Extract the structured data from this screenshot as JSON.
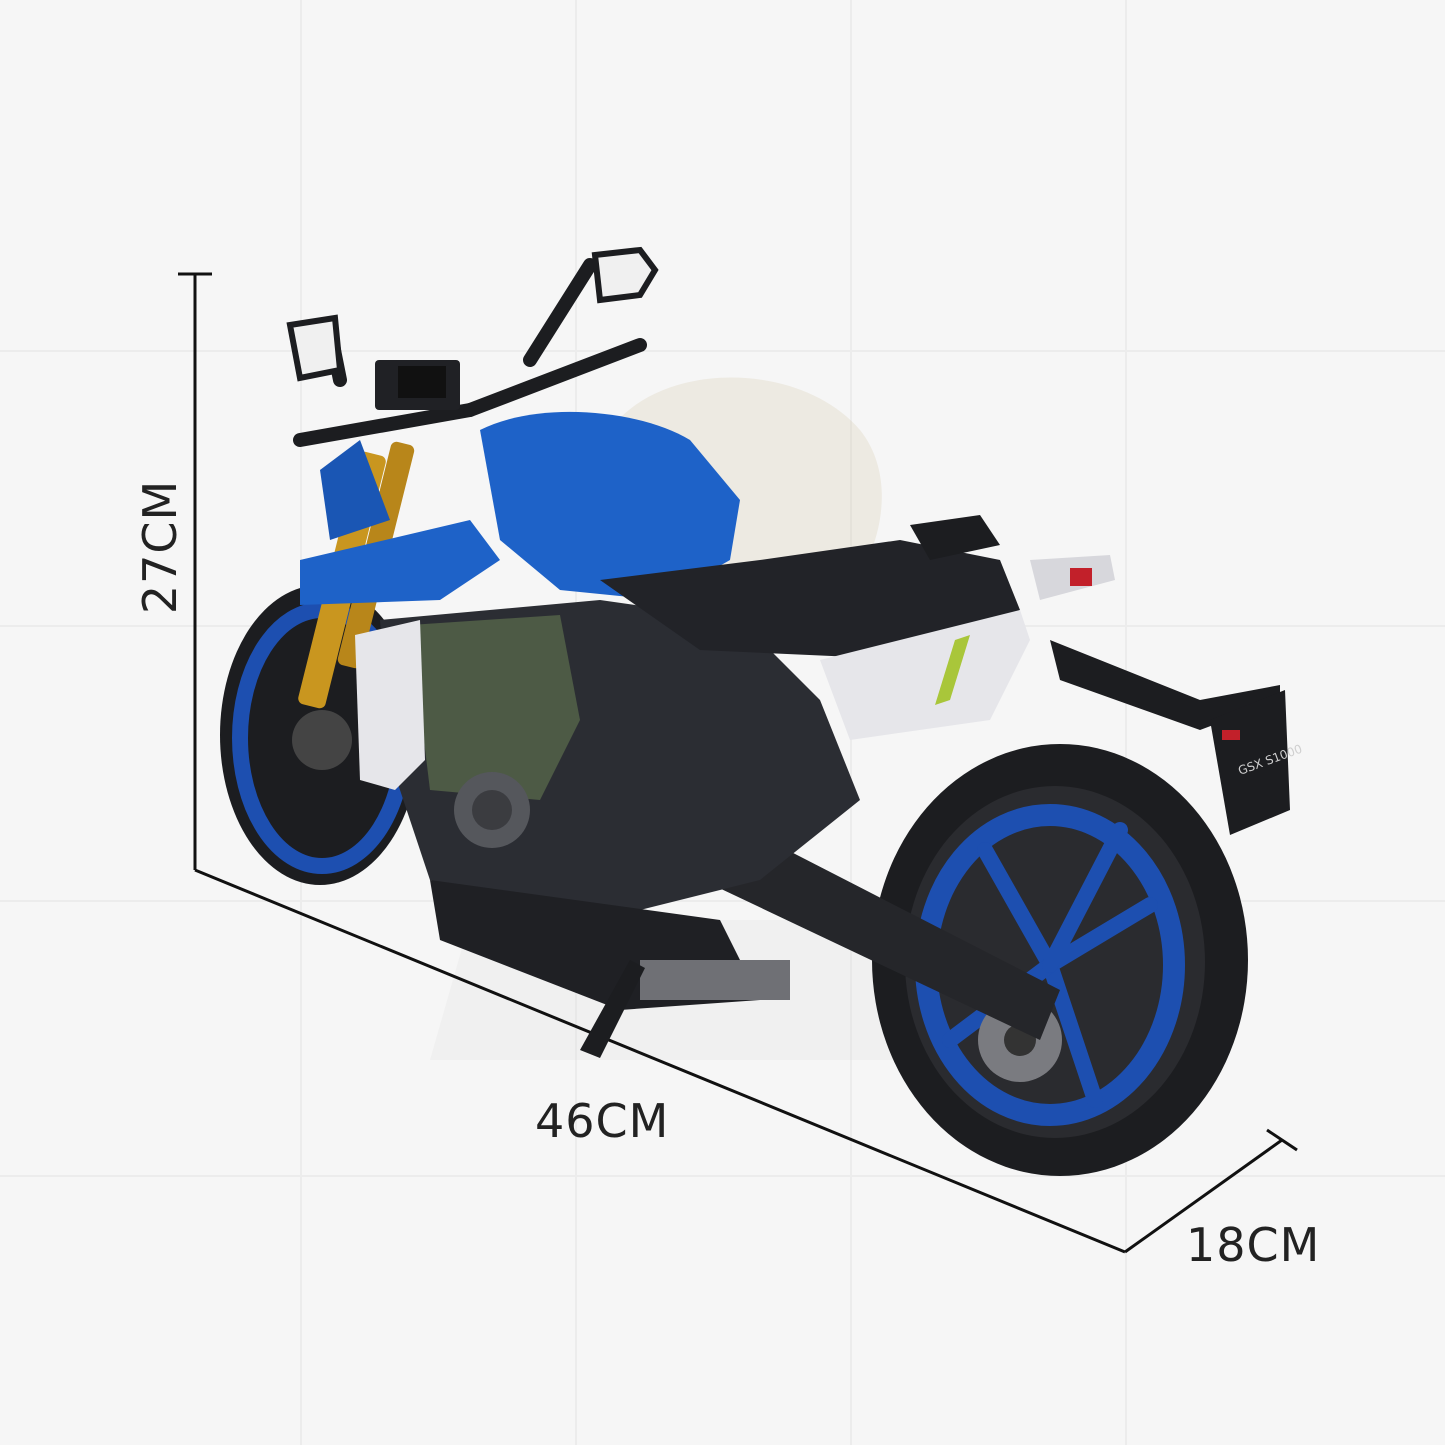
{
  "dimensions": {
    "height": "27CM",
    "length": "46CM",
    "depth": "18CM"
  },
  "colors": {
    "background": "#f6f6f6",
    "tank_blue": "#1e62c8",
    "wheel_blue": "#1d4fb0",
    "frame_black": "#1c1d20",
    "fork_gold": "#c9961f",
    "engine_green": "#4d5a45",
    "panel_white": "#e6e6ea",
    "accent_lime": "#a9c63a",
    "tail_red": "#c2202a"
  },
  "plate_text": "GSX S1000"
}
